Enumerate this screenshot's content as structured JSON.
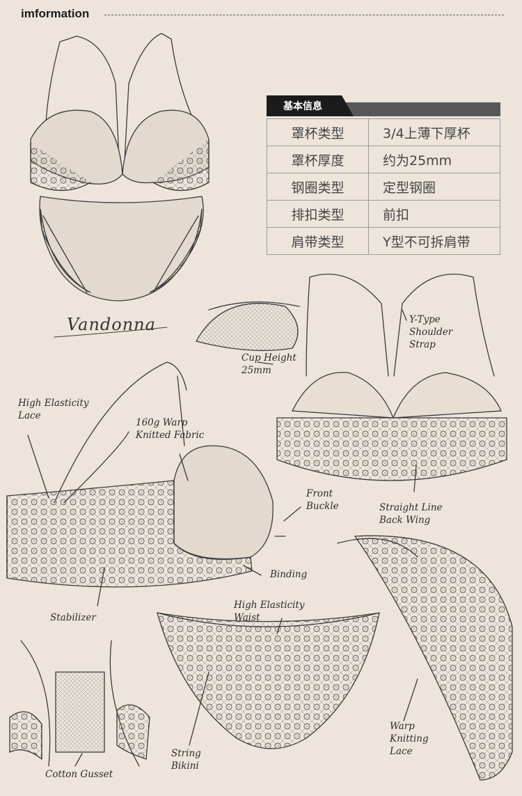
{
  "header": {
    "title": "imformation"
  },
  "info_table": {
    "heading": "基本信息",
    "rows": [
      {
        "key": "罩杯类型",
        "value": "3/4上薄下厚杯"
      },
      {
        "key": "罩杯厚度",
        "value": "约为25mm"
      },
      {
        "key": "钢圈类型",
        "value": "定型钢圈"
      },
      {
        "key": "排扣类型",
        "value": "前扣"
      },
      {
        "key": "肩带类型",
        "value": "Y型不可拆肩带"
      }
    ]
  },
  "signature": "Vandonna",
  "annotations": {
    "cup_height": "Cup Height\n25mm",
    "y_type_strap": "Y-Type\nShoulder\nStrap",
    "high_elasticity_lace": "High Elasticity\nLace",
    "warp_knitted_fabric": "160g Warp\nKnitted Fabric",
    "front_buckle": "Front\nBuckle",
    "straight_line_back_wing": "Straight Line\nBack Wing",
    "binding": "Binding",
    "stabilizer": "Stabilizer",
    "high_elasticity_waist": "High Elasticity\nWaist",
    "string_bikini": "String\nBikini",
    "warp_knitting_lace": "Warp\nKnitting\nLace",
    "cotton_gusset": "Cotton Gusset"
  },
  "colors": {
    "background": "#ede5dc",
    "ink": "#2b2b2b",
    "table_dark": "#1b1b1b",
    "table_grey": "#575757"
  }
}
